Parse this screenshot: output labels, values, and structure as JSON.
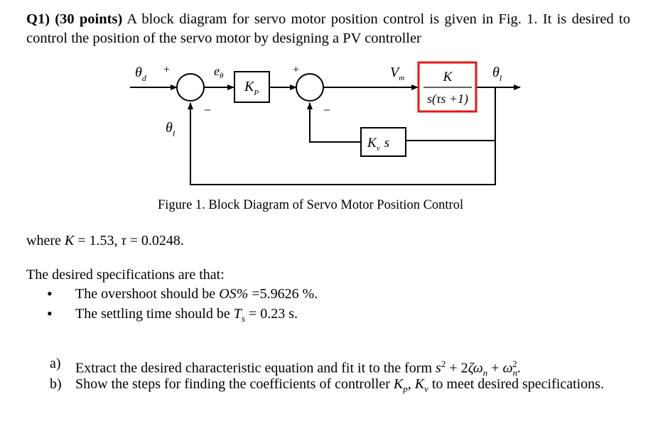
{
  "question": {
    "label": "Q1) (30 points)",
    "text": " A block diagram for servo motor position control is given in Fig. 1. It is desired to control the position of the servo motor by designing a PV controller"
  },
  "diagram": {
    "input_label": "θ",
    "input_sub": "d",
    "error_label": "e",
    "error_sub": "θ",
    "plus1": "+",
    "plus2": "+",
    "minus1": "−",
    "minus2": "−",
    "kp_label": "K",
    "kp_sub": "P",
    "vm_label": "V",
    "vm_sub": "m",
    "plant_num": "K",
    "plant_den": "s(τs +1)",
    "output_label": "θ",
    "output_sub": "l",
    "feedback_label": "θ",
    "feedback_sub": "l",
    "kv_label": "K",
    "kv_sub": "v",
    "kv_s": "s",
    "plant_highlight_color": "#e8161a"
  },
  "caption": "Figure 1. Block Diagram of Servo Motor Position Control",
  "where": {
    "prefix": "where ",
    "k_sym": "K",
    "k_val": " = 1.53,  ",
    "tau_sym": "τ",
    "tau_val": " = 0.0248."
  },
  "specs": {
    "lead": "The desired specifications are that:",
    "b1_prefix": "The overshoot should be ",
    "b1_sym": "OS%",
    "b1_val": " =5.9626 %.",
    "b2_prefix": "The settling time should be ",
    "b2_sym": "T",
    "b2_sub": "s",
    "b2_val": " = 0.23 s."
  },
  "parts": {
    "a_label": "a)",
    "a_text": "Extract the desired characteristic equation and fit it to the form ",
    "a_s": "s",
    "a_sq": "2",
    "a_mid": " + 2",
    "a_zeta": "ζω",
    "a_n": "n",
    "a_plus": " + ",
    "a_omega": "ω",
    "a_n2": "n",
    "a_sq2": "2",
    "a_end": ".",
    "b_label": "b)",
    "b_text": "Show the steps for finding the coefficients of controller ",
    "b_kp": "K",
    "b_kp_sub": "p",
    "b_comma": ", ",
    "b_kv": "K",
    "b_kv_sub": "v",
    "b_end": " to meet desired specifications."
  }
}
